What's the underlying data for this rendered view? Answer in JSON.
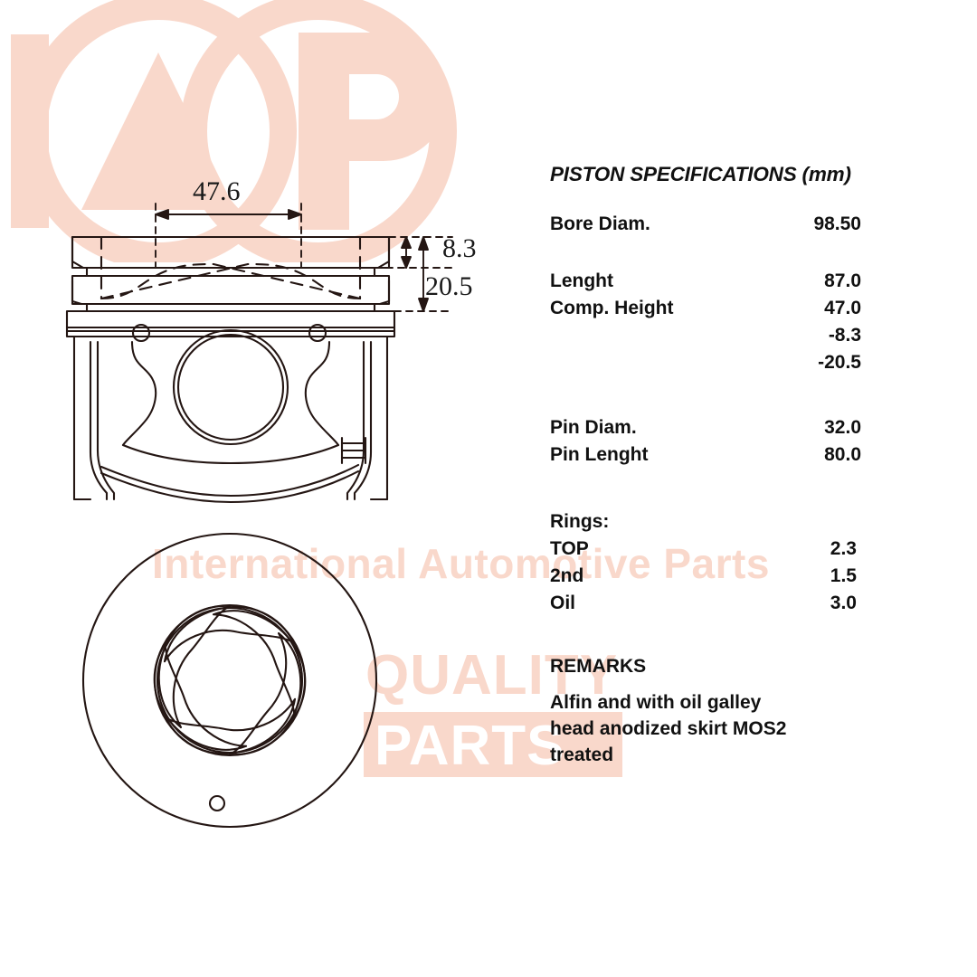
{
  "spec": {
    "title": "PISTON SPECIFICATIONS (mm)",
    "rows": [
      {
        "label": "Bore Diam.",
        "value": "98.50"
      },
      {
        "label": "Lenght",
        "value": "87.0"
      },
      {
        "label": "Comp. Height",
        "value": "47.0"
      },
      {
        "label": "",
        "value": "-8.3"
      },
      {
        "label": "",
        "value": "-20.5"
      },
      {
        "label": "Pin Diam.",
        "value": "32.0"
      },
      {
        "label": "Pin Lenght",
        "value": "80.0"
      }
    ],
    "rings_heading": "Rings:",
    "rings": [
      {
        "label": "TOP",
        "value": "2.3"
      },
      {
        "label": "2nd",
        "value": "1.5"
      },
      {
        "label": "Oil",
        "value": "3.0"
      }
    ],
    "remarks_heading": "REMARKS",
    "remarks_lines": [
      "Alfin and with oil galley",
      "head anodized skirt MOS2",
      "treated"
    ]
  },
  "dimensions": {
    "width_476": "47.6",
    "depth_83": "8.3",
    "depth_205": "20.5"
  },
  "watermark": {
    "logo_letters": "IAP",
    "tagline": "International Automotive Parts",
    "quality": "QUALITY",
    "parts": "PARTS",
    "color": "#f9d8cb"
  }
}
